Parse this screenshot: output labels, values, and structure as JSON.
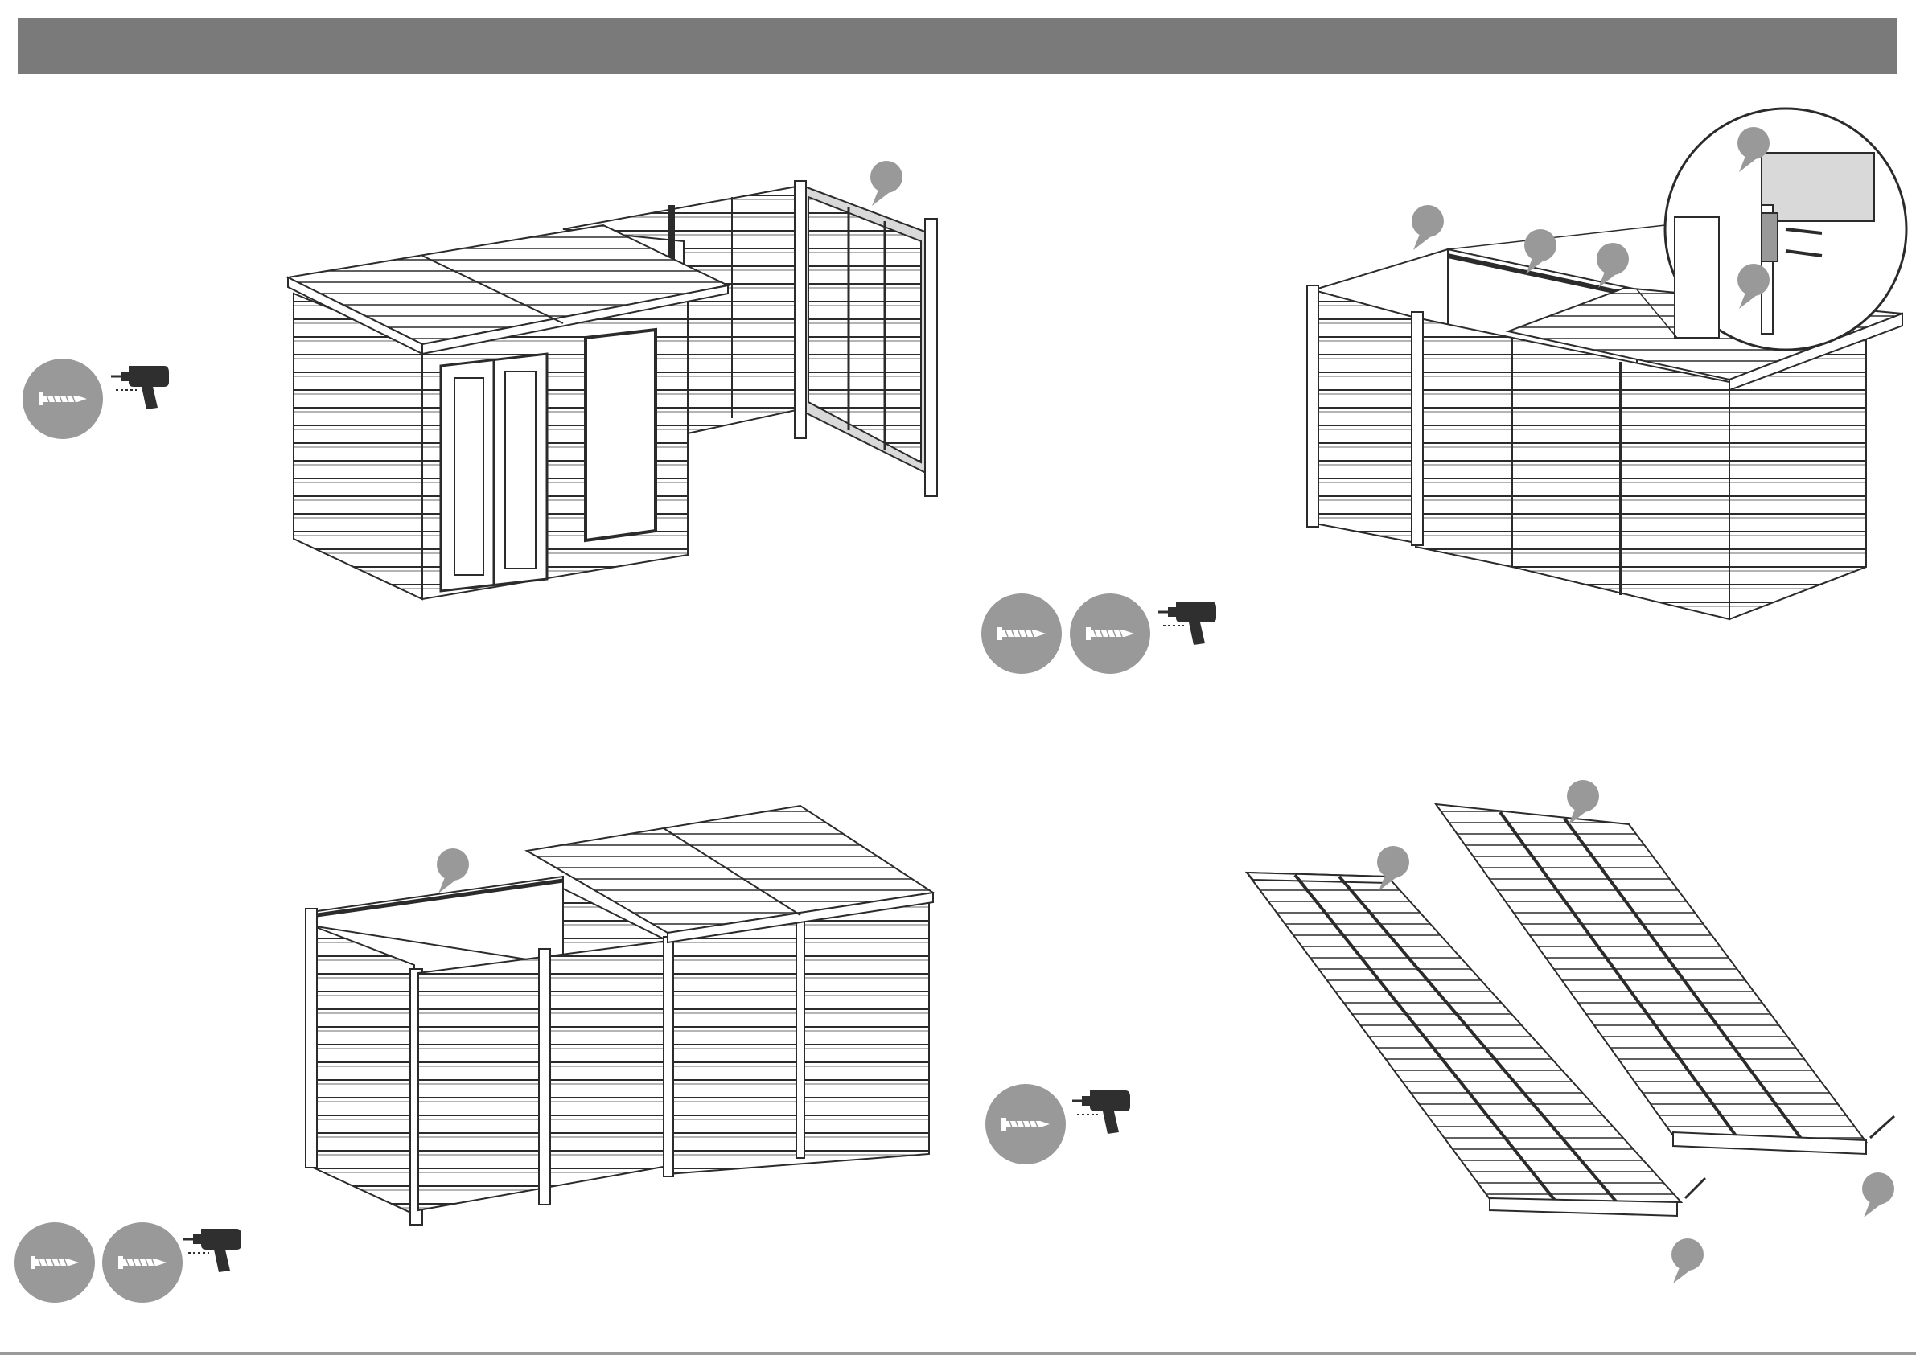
{
  "header": {
    "title": ""
  },
  "colors": {
    "header_bar": "#7b7a7a",
    "callout": "#9a9999",
    "line": "#2b2b2b",
    "tool": "#2f2f2f",
    "paper": "#ffffff"
  },
  "steps": [
    {
      "name": "step-1",
      "tools": [
        "screw-icon",
        "drill-icon"
      ],
      "screw_count": 1,
      "callouts": 1
    },
    {
      "name": "step-2",
      "tools": [
        "screw-icon",
        "screw-icon",
        "drill-icon"
      ],
      "screw_count": 2,
      "callouts": 5
    },
    {
      "name": "step-3",
      "tools": [
        "screw-icon",
        "screw-icon",
        "drill-icon"
      ],
      "screw_count": 2,
      "callouts": 1
    },
    {
      "name": "step-4",
      "tools": [
        "screw-icon",
        "drill-icon"
      ],
      "screw_count": 1,
      "callouts": 4
    }
  ]
}
